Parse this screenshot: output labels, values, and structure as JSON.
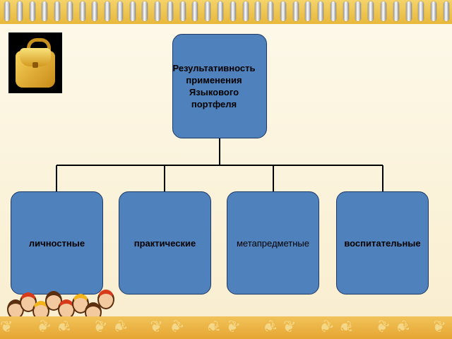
{
  "diagram": {
    "root": {
      "label": "Результативность\nприменения\nЯзыкового\nпортфеля"
    },
    "children": [
      {
        "label": "личностные",
        "bold": true
      },
      {
        "label": "практические",
        "bold": true
      },
      {
        "label": "метапредметные",
        "bold": false
      },
      {
        "label": "воспитательные",
        "bold": true
      }
    ]
  },
  "colors": {
    "node_fill": "#4f81bd",
    "node_border": "#1f3864",
    "connector": "#000000",
    "background": "#fbf3dc"
  },
  "icons": {
    "picture": "school-bag-icon",
    "decoration": "children-figures"
  }
}
